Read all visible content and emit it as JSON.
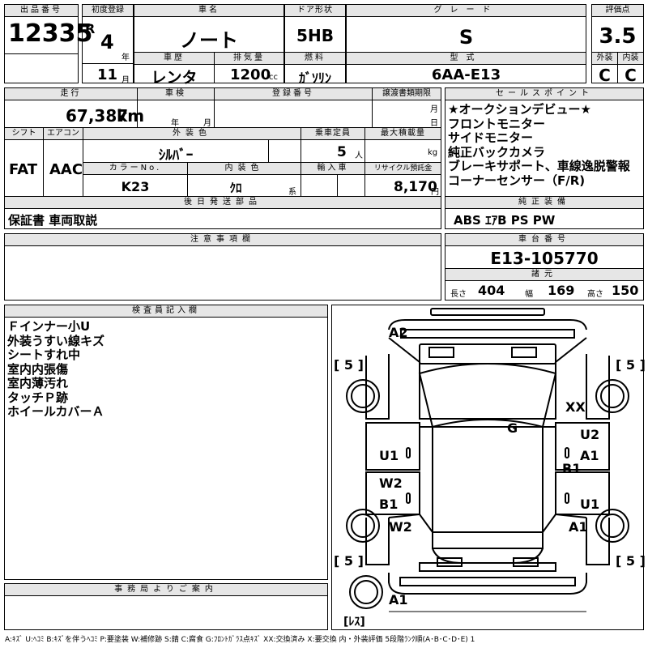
{
  "header": {
    "lot_label": "出品番号",
    "lot_no": "12335",
    "first_reg_label": "初度登録",
    "era": "R",
    "year_no": "4",
    "year_unit": "年",
    "month_no": "11",
    "month_unit": "月",
    "name_label": "車名",
    "car_name": "ノート",
    "history_label": "車歴",
    "history": "レンタ",
    "displacement_label": "排気量",
    "displacement": "1200",
    "displacement_unit": "cc",
    "door_label": "ドア形状",
    "door": "5HB",
    "fuel_label": "燃料",
    "fuel": "ｶﾞｿﾘﾝ",
    "grade_label": "グレード",
    "grade": "S",
    "model_label": "型式",
    "model": "6AA-E13",
    "score_label": "評価点",
    "score": "3.5",
    "ext_label": "外装",
    "ext": "C",
    "int_label": "内装",
    "int": "C"
  },
  "row2": {
    "mileage_label": "走行",
    "mileage": "67,387",
    "mileage_unit": "km",
    "inspection_label": "車検",
    "insp_year_unit": "年",
    "insp_month_unit": "月",
    "regno_label": "登録番号",
    "deadline_label": "譲渡書類期限",
    "deadline_month_unit": "月",
    "deadline_day_unit": "日",
    "shift_label": "シフト",
    "shift": "FAT",
    "ac_label": "エアコン",
    "ac": "AAC",
    "color_label": "外装色",
    "color": "ｼﾙﾊﾞｰ",
    "colorno_label": "カラーNo.",
    "colorno": "K23",
    "intcolor_label": "内装色",
    "intcolor": "ｸﾛ",
    "intcolor_unit": "系",
    "capacity_label": "乗車定員",
    "capacity": "5",
    "capacity_unit": "人",
    "maxload_label": "最大積載量",
    "maxload_unit": "kg",
    "import_label": "輸入車",
    "recycle_label": "リサイクル預託金",
    "recycle": "8,170",
    "recycle_unit": "円",
    "later_label": "後日発送部品",
    "later": "保証書 車両取説"
  },
  "selling": {
    "label": "セールスポイント",
    "items": [
      "★オークションデビュー★",
      "フロントモニター",
      "サイドモニター",
      "純正バックカメラ",
      "ブレーキサポート、車線逸脱警報",
      "コーナーセンサー（F/R)"
    ]
  },
  "equipment": {
    "label": "純正装備",
    "value": "ABS ｴｱB PS PW"
  },
  "notes": {
    "label": "注意事項欄"
  },
  "chassis": {
    "label": "車台番号",
    "value": "E13-105770"
  },
  "dims": {
    "label": "諸元",
    "len_label": "長さ",
    "len": "404",
    "wid_label": "幅",
    "wid": "169",
    "hgt_label": "高さ",
    "hgt": "150"
  },
  "inspector": {
    "label": "検査員記入欄",
    "items": [
      "Ｆインナー小U",
      "外装うすい線キズ",
      "シートすれ中",
      "室内内張傷",
      "室内薄汚れ",
      "タッチＰ跡",
      "ホイールカバーＡ"
    ]
  },
  "diagram": {
    "marks": {
      "a2_top": "A2",
      "xx": "XX",
      "g": "G",
      "u2": "U2",
      "u1_left": "U1",
      "a1_right": "A1",
      "b1_right": "B1",
      "w2_left": "W2",
      "b1_left": "B1",
      "u1_right": "U1",
      "w2_left_lower": "W2",
      "a1_right_lower": "A1",
      "a1_bottom": "A1"
    },
    "tire_tl": "[ 5 ]",
    "tire_tr": "[ 5 ]",
    "tire_bl": "[ 5 ]",
    "tire_br": "[ 5 ]",
    "spare": "[ﾚｽ]"
  },
  "office": {
    "label": "事務局よりご案内"
  },
  "legend": "A:ｷｽﾞ U:ﾍｺﾐ B:ｷｽﾞを伴うﾍｺﾐ P:要塗装 W:補修跡 S:錆 C:腐食 G:ﾌﾛﾝﾄｶﾞﾗｽ点ｷｽﾞ XX:交換済み X:要交換 内・外装評価 5段階ﾗﾝｸ順(A･B･C･D･E) 1"
}
